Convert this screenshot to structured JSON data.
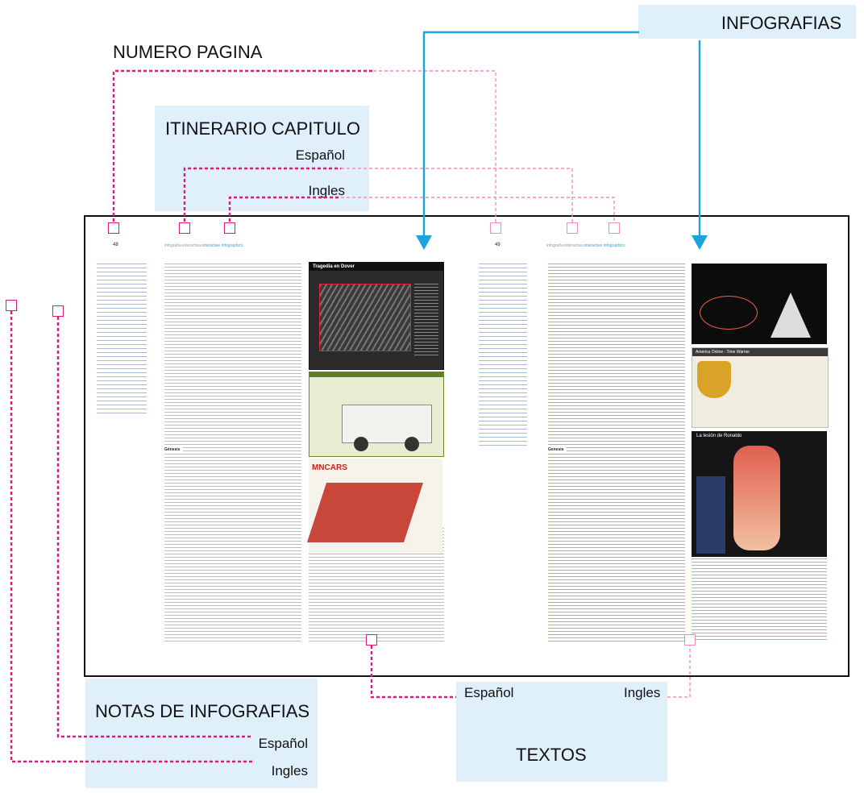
{
  "labels": {
    "numero_pagina": "NUMERO PAGINA",
    "itinerario_capitulo": "ITINERARIO CAPITULO",
    "itinerario_espanol": "Español",
    "itinerario_ingles": "Ingles",
    "infografias": "INFOGRAFIAS",
    "notas_de_infografias": "NOTAS DE INFOGRAFIAS",
    "notas_espanol": "Español",
    "notas_ingles": "Ingles",
    "textos": "TEXTOS",
    "textos_espanol": "Español",
    "textos_ingles": "Ingles"
  },
  "page_left": {
    "number": "48",
    "header_es": "infografía interactiva",
    "header_en": "interactive infographics",
    "section_title": "Génesis",
    "infographic_1_title": "Tragedia en Dover",
    "infographic_3_title": "MNCARS"
  },
  "page_right": {
    "number": "49",
    "header_es": "infografía interactiva",
    "header_en": "interactive infographics",
    "section_title": "Genesis",
    "infographic_2_title": "America Online - Time Warner",
    "infographic_3_title": "La lesión de Ronaldo"
  },
  "colors": {
    "callout_line": "#e0187c",
    "callout_line_light": "#f08cbe",
    "arrow": "#1aa3de",
    "label_bg": "#dff0fa"
  }
}
